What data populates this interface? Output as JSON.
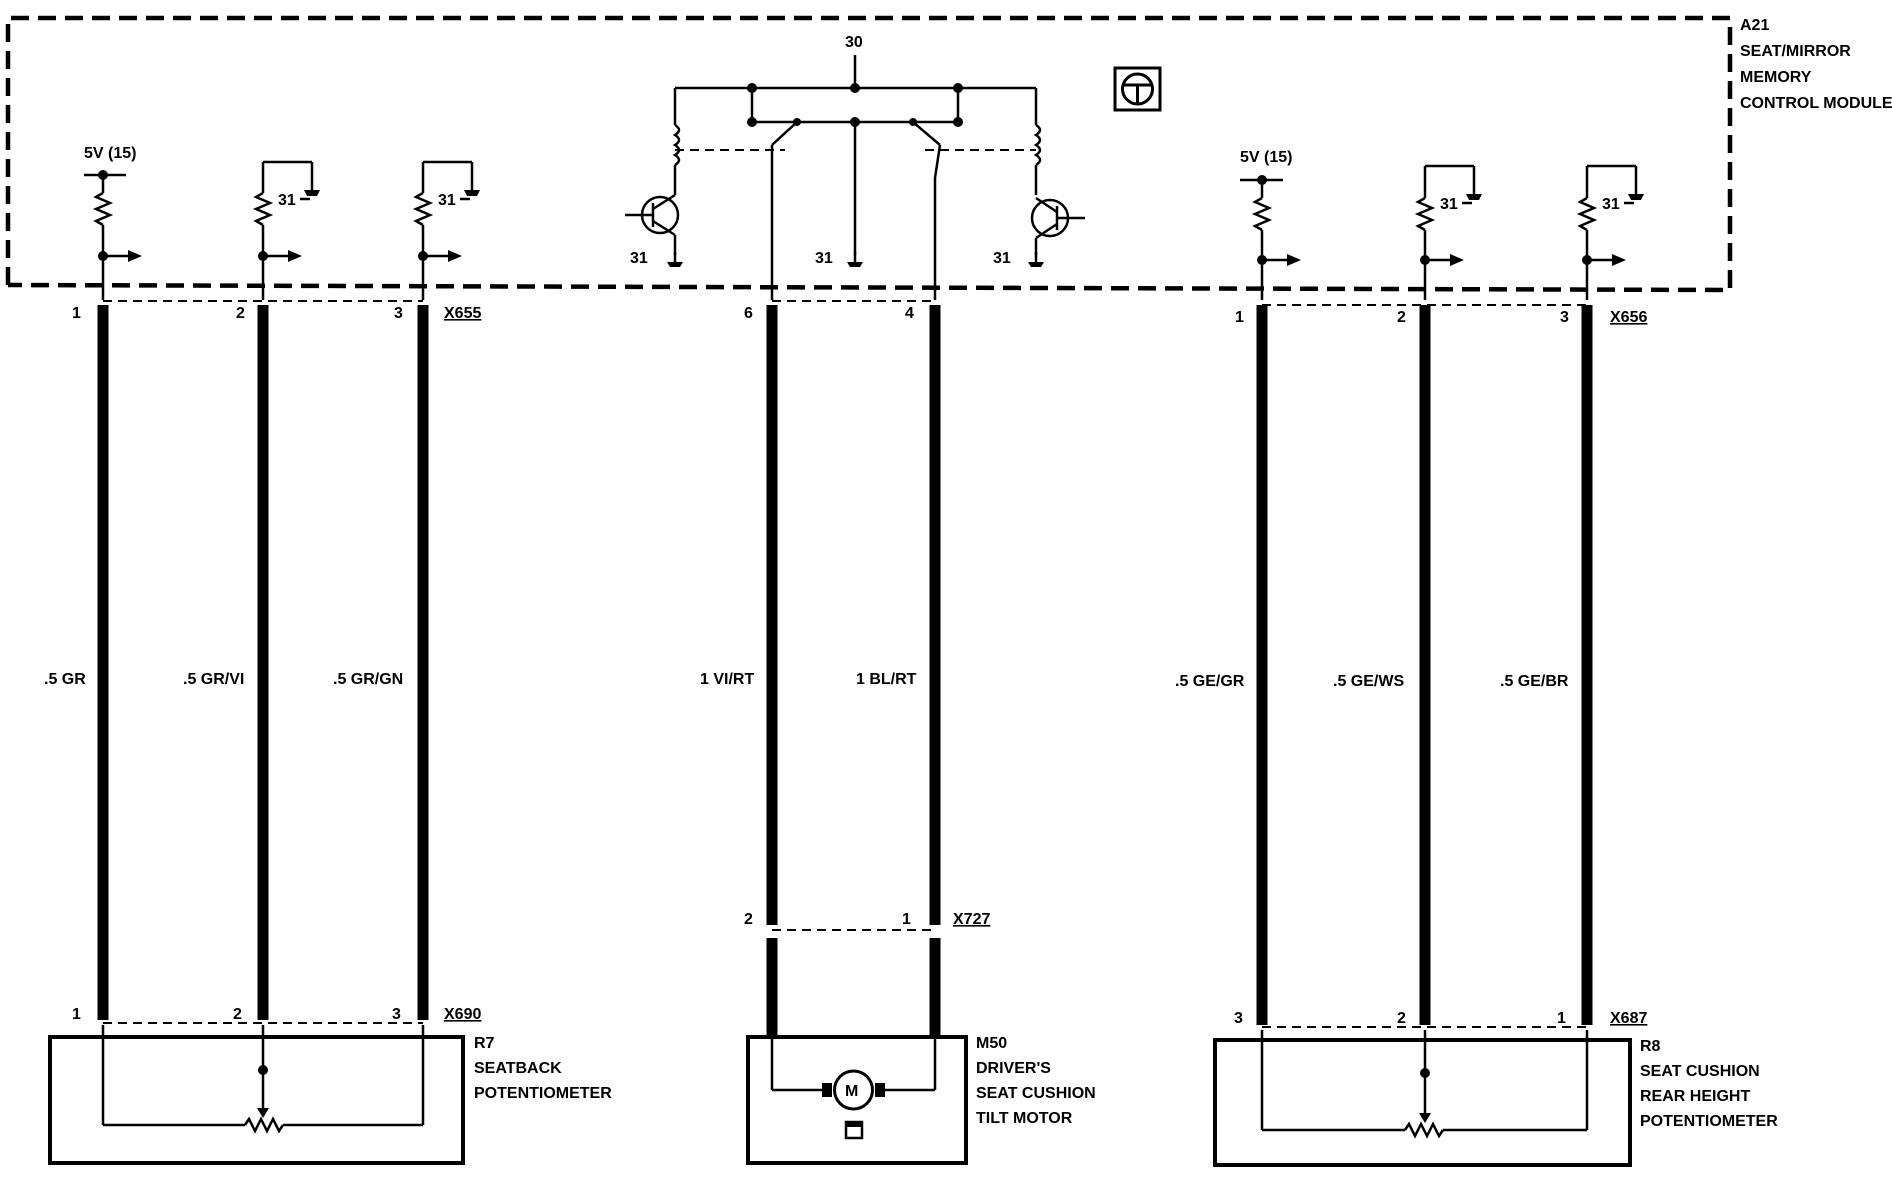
{
  "module": {
    "lines": [
      "A21",
      "SEAT/MIRROR",
      "MEMORY",
      "CONTROL MODULE"
    ]
  },
  "supply": {
    "label_30": "30",
    "label_31": "31",
    "label_5v": "5V (15)"
  },
  "connectors": {
    "x655": "X655",
    "x656": "X656",
    "x727": "X727",
    "x690": "X690",
    "x687": "X687"
  },
  "pins": {
    "left_top": [
      "1",
      "2",
      "3"
    ],
    "mid_top": [
      "6",
      "4"
    ],
    "right_top": [
      "1",
      "2",
      "3"
    ],
    "x727": [
      "2",
      "1"
    ],
    "left_bottom": [
      "1",
      "2",
      "3"
    ],
    "right_bottom": [
      "3",
      "2",
      "1"
    ]
  },
  "wires": {
    "left": [
      ".5 GR",
      ".5 GR/VI",
      ".5 GR/GN"
    ],
    "mid": [
      "1 VI/RT",
      "1 BL/RT"
    ],
    "right": [
      ".5 GE/GR",
      ".5 GE/WS",
      ".5 GE/BR"
    ]
  },
  "components": {
    "r7": [
      "R7",
      "SEATBACK",
      "POTENTIOMETER"
    ],
    "m50": [
      "M50",
      "DRIVER'S",
      "SEAT CUSHION",
      "TILT MOTOR"
    ],
    "r8": [
      "R8",
      "SEAT CUSHION",
      "REAR HEIGHT",
      "POTENTIOMETER"
    ],
    "motor_letter": "M"
  }
}
